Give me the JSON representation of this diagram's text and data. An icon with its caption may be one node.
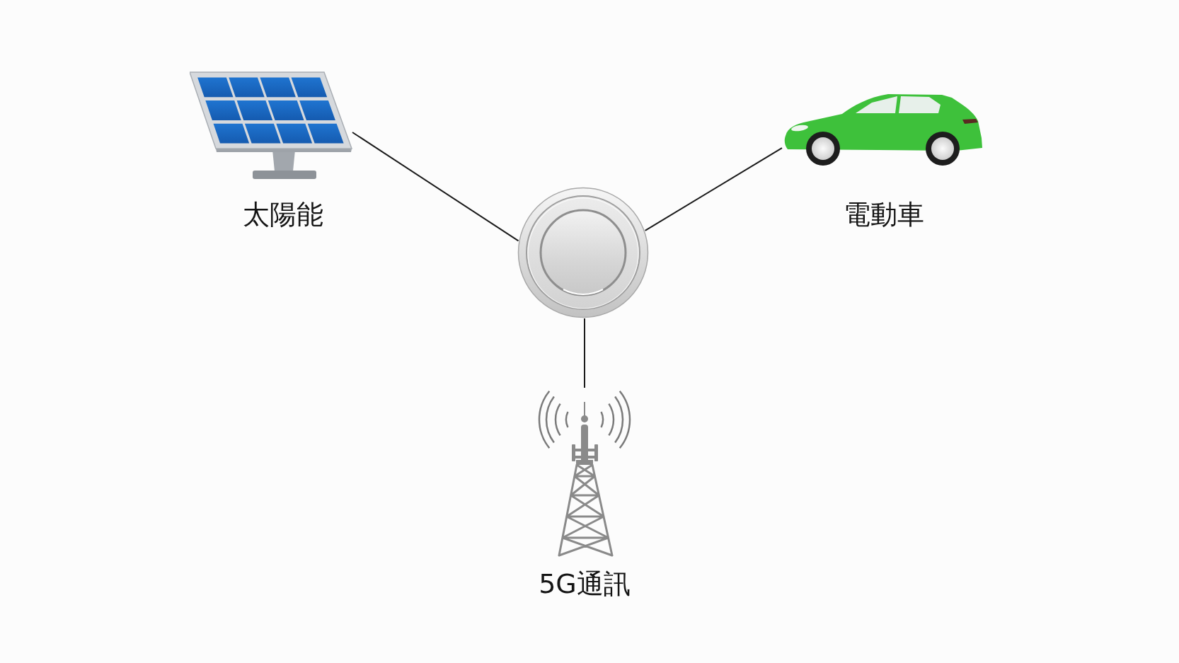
{
  "diagram": {
    "nodes": [
      {
        "text": [
          "太陽能"
        ]
      },
      {
        "text": [
          "電動車"
        ]
      },
      {
        "text": [],
        "shape": "circle"
      },
      {
        "text": [
          "5G通訊"
        ]
      }
    ],
    "edges": [
      {
        "from": 0,
        "to": 2,
        "arrow": "none"
      },
      {
        "from": 1,
        "to": 2,
        "arrow": "none"
      },
      {
        "from": 2,
        "to": 3,
        "arrow": "none"
      }
    ]
  }
}
